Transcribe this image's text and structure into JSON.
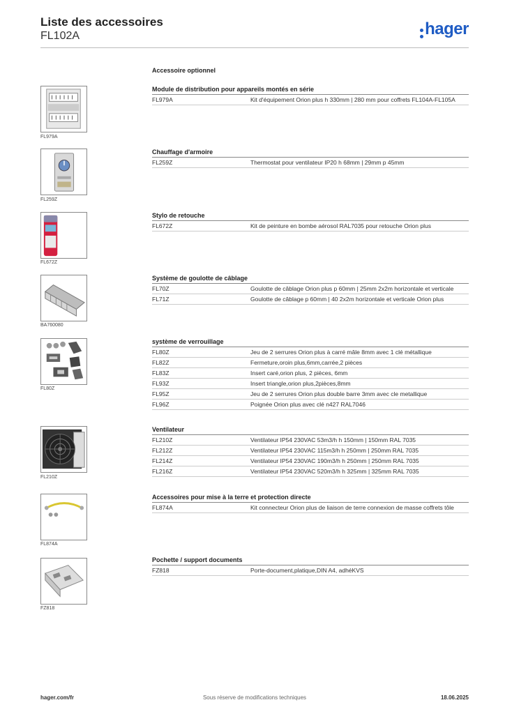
{
  "header": {
    "title": "Liste des accessoires",
    "subtitle": "FL102A",
    "logo_text": "hager",
    "logo_color": "#1f5cc4"
  },
  "section_title": "Accessoire optionnel",
  "groups": [
    {
      "title": "Module de distribution pour appareils montés en série",
      "image_caption": "FL979A",
      "rows": [
        {
          "code": "FL979A",
          "desc": "Kit d'équipement Orion plus h 330mm | 280 mm pour coffrets FL104A-FL105A"
        }
      ]
    },
    {
      "title": "Chauffage d'armoire",
      "image_caption": "FL259Z",
      "rows": [
        {
          "code": "FL259Z",
          "desc": "Thermostat pour ventilateur IP20 h 68mm | 29mm p 45mm"
        }
      ]
    },
    {
      "title": "Stylo de retouche",
      "image_caption": "FL672Z",
      "rows": [
        {
          "code": "FL672Z",
          "desc": "Kit de peinture en bombe aérosol RAL7035 pour retouche Orion plus"
        }
      ]
    },
    {
      "title": "Système de goulotte de câblage",
      "image_caption": "BA760080",
      "rows": [
        {
          "code": "FL70Z",
          "desc": "Goulotte de câblage Orion plus p 60mm | 25mm 2x2m horizontale et verticale"
        },
        {
          "code": "FL71Z",
          "desc": "Goulotte de câblage p 60mm | 40 2x2m horizontale et verticale Orion plus"
        }
      ]
    },
    {
      "title": "système de verrouillage",
      "image_caption": "FL80Z",
      "rows": [
        {
          "code": "FL80Z",
          "desc": "Jeu de 2 serrures Orion plus à carré mâle 8mm avec 1 clé métallique"
        },
        {
          "code": "FL82Z",
          "desc": "Fermeture,oroin plus,6mm,carrée,2 pièces"
        },
        {
          "code": "FL83Z",
          "desc": "Insert caré,orion plus, 2 pièces, 6mm"
        },
        {
          "code": "FL93Z",
          "desc": "Insert triangle,orion plus,2pièces,8mm"
        },
        {
          "code": "FL95Z",
          "desc": "Jeu de 2 serrures Orion plus double barre 3mm avec cle metallique"
        },
        {
          "code": "FL96Z",
          "desc": "Poignée Orion plus avec clé n427 RAL7046"
        }
      ]
    },
    {
      "title": "Ventilateur",
      "image_caption": "FL210Z",
      "rows": [
        {
          "code": "FL210Z",
          "desc": "Ventilateur IP54 230VAC 53m3/h h 150mm | 150mm RAL 7035"
        },
        {
          "code": "FL212Z",
          "desc": "Ventilateur IP54 230VAC 115m3/h h 250mm | 250mm RAL 7035"
        },
        {
          "code": "FL214Z",
          "desc": "Ventilateur IP54 230VAC 190m3/h h 250mm | 250mm RAL 7035"
        },
        {
          "code": "FL216Z",
          "desc": "Ventilateur IP54 230VAC 520m3/h h 325mm | 325mm RAL 7035"
        }
      ]
    },
    {
      "title": "Accessoires pour mise à la terre et protection directe",
      "image_caption": "FL874A",
      "rows": [
        {
          "code": "FL874A",
          "desc": "Kit connecteur Orion plus de liaison de terre connexion de masse coffrets tôle"
        }
      ]
    },
    {
      "title": "Pochette / support  documents",
      "image_caption": "FZ818",
      "rows": [
        {
          "code": "FZ818",
          "desc": "Porte-document,platique,DIN A4, adhéKVS"
        }
      ]
    }
  ],
  "footer": {
    "left": "hager.com/fr",
    "center": "Sous réserve de modifications techniques",
    "right": "18.06.2025"
  }
}
